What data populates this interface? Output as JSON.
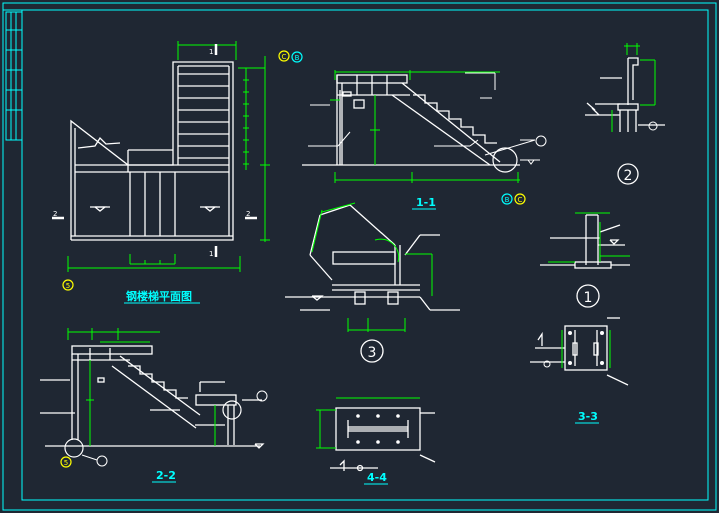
{
  "colors": {
    "background": "#1f2733",
    "frame": "#00ffff",
    "line": "#ffffff",
    "dimension": "#00ff00",
    "title": "#00ffff",
    "marker": "#ffff00",
    "axis_bubble": "#00ffff",
    "leader": "#ff3030"
  },
  "titles": {
    "plan": "钢楼梯平面图",
    "section_1_1": "1-1",
    "section_2_2": "2-2",
    "section_3_3": "3-3",
    "section_4_4": "4-4"
  },
  "detail_numbers": {
    "d1": "1",
    "d2": "2",
    "d3": "3",
    "d5_plan": "5",
    "d5_section": "5"
  },
  "section_marks": {
    "top_1": "1",
    "bottom_1": "1",
    "left_2": "2",
    "right_2": "2"
  },
  "axes": {
    "plan_c": "C",
    "plan_b": "B",
    "sec11_b": "B",
    "sec11_c": "C"
  }
}
